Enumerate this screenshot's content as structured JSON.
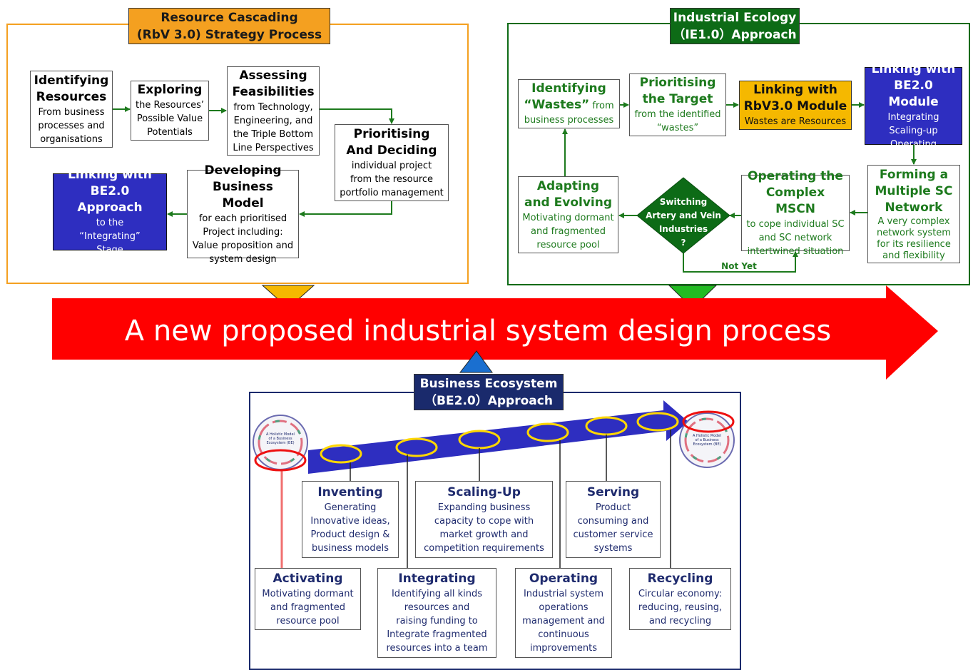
{
  "rbv": {
    "title": [
      "Resource Cascading",
      "(RbV 3.0) Strategy Process"
    ],
    "identifying": {
      "head": [
        "Identifying",
        "Resources"
      ],
      "desc": [
        "From business",
        "processes and",
        "organisations"
      ]
    },
    "exploring": {
      "head": [
        "Exploring"
      ],
      "desc": [
        "the Resources’",
        "Possible Value",
        "Potentials"
      ]
    },
    "assessing": {
      "head": [
        "Assessing",
        "Feasibilities"
      ],
      "desc": [
        "from Technology,",
        "Engineering, and",
        "the Triple Bottom",
        "Line Perspectives"
      ]
    },
    "prioritising": {
      "head": [
        "Prioritising",
        "And Deciding"
      ],
      "desc": [
        "individual project",
        "from the resource",
        "portfolio management"
      ]
    },
    "developing": {
      "head": [
        "Developing",
        "Business Model"
      ],
      "desc": [
        "for each prioritised",
        "Project including:",
        "Value proposition and",
        "system design"
      ]
    },
    "linking": {
      "head": [
        "Linking with",
        "BE2.0 Approach"
      ],
      "desc": [
        "to the",
        "“Integrating”",
        "Stage"
      ]
    }
  },
  "ie": {
    "title": [
      "Industrial Ecology",
      "（IE1.0）Approach"
    ],
    "identifying": {
      "head1": "Identifying",
      "head2": "“Wastes”",
      "desc_tail": " from",
      "desc": "business processes"
    },
    "prioritising": {
      "head": [
        "Prioritising",
        "the Target"
      ],
      "desc": [
        "from the identified",
        "“wastes”"
      ]
    },
    "linking_rbv": {
      "head": [
        "Linking with",
        "RbV3.0 Module"
      ],
      "desc": [
        "Wastes are Resources"
      ]
    },
    "linking_be": {
      "head": [
        "Linking with",
        "BE2.0 Module"
      ],
      "desc": [
        "Integrating",
        "Scaling-up",
        "Operating"
      ]
    },
    "forming": {
      "head": [
        "Forming a",
        "Multiple SC",
        "Network"
      ],
      "desc": [
        "A very complex",
        "network system",
        "for its resilience",
        "and flexibility"
      ]
    },
    "operating": {
      "head": [
        "Operating the",
        "Complex MSCN"
      ],
      "desc": [
        "to cope individual SC",
        "and SC network",
        "intertwined situation"
      ]
    },
    "switching": [
      "Switching",
      "Artery and Vein",
      "Industries",
      "?"
    ],
    "not_yet": "Not Yet",
    "adapting": {
      "head": [
        "Adapting",
        "and Evolving"
      ],
      "desc": [
        "Motivating dormant",
        "and fragmented",
        "resource pool"
      ]
    }
  },
  "arrow_text": "A new proposed industrial system design process",
  "be": {
    "title": [
      "Business Ecosystem",
      "（BE2.0）Approach"
    ],
    "logo_text": [
      "A Holistic Model",
      "of a Business",
      "Ecosystem (BE)"
    ],
    "inventing": {
      "head": "Inventing",
      "desc": [
        "Generating",
        "Innovative ideas,",
        "Product design &",
        "business models"
      ]
    },
    "scaling": {
      "head": "Scaling-Up",
      "desc": [
        "Expanding business",
        "capacity to cope with",
        "market growth and",
        "competition requirements"
      ]
    },
    "serving": {
      "head": "Serving",
      "desc": [
        "Product",
        "consuming and",
        "customer service",
        "systems"
      ]
    },
    "activating": {
      "head": "Activating",
      "desc": [
        "Motivating dormant",
        "and fragmented",
        "resource pool"
      ]
    },
    "integrating": {
      "head": "Integrating",
      "desc": [
        "Identifying all kinds",
        "resources and",
        "raising funding to",
        "Integrate fragmented",
        "resources into a team"
      ]
    },
    "operating": {
      "head": "Operating",
      "desc": [
        "Industrial system",
        "operations",
        "management and",
        "continuous",
        "improvements"
      ]
    },
    "recycling": {
      "head": "Recycling",
      "desc": [
        "Circular economy:",
        "reducing, reusing,",
        "and recycling"
      ]
    }
  },
  "colors": {
    "orange": "#f4a020",
    "green": "#0d6b16",
    "navy": "#1a2a6c",
    "red": "#ff0000",
    "blue": "#2e2ec0",
    "yellow": "#ffd700"
  }
}
